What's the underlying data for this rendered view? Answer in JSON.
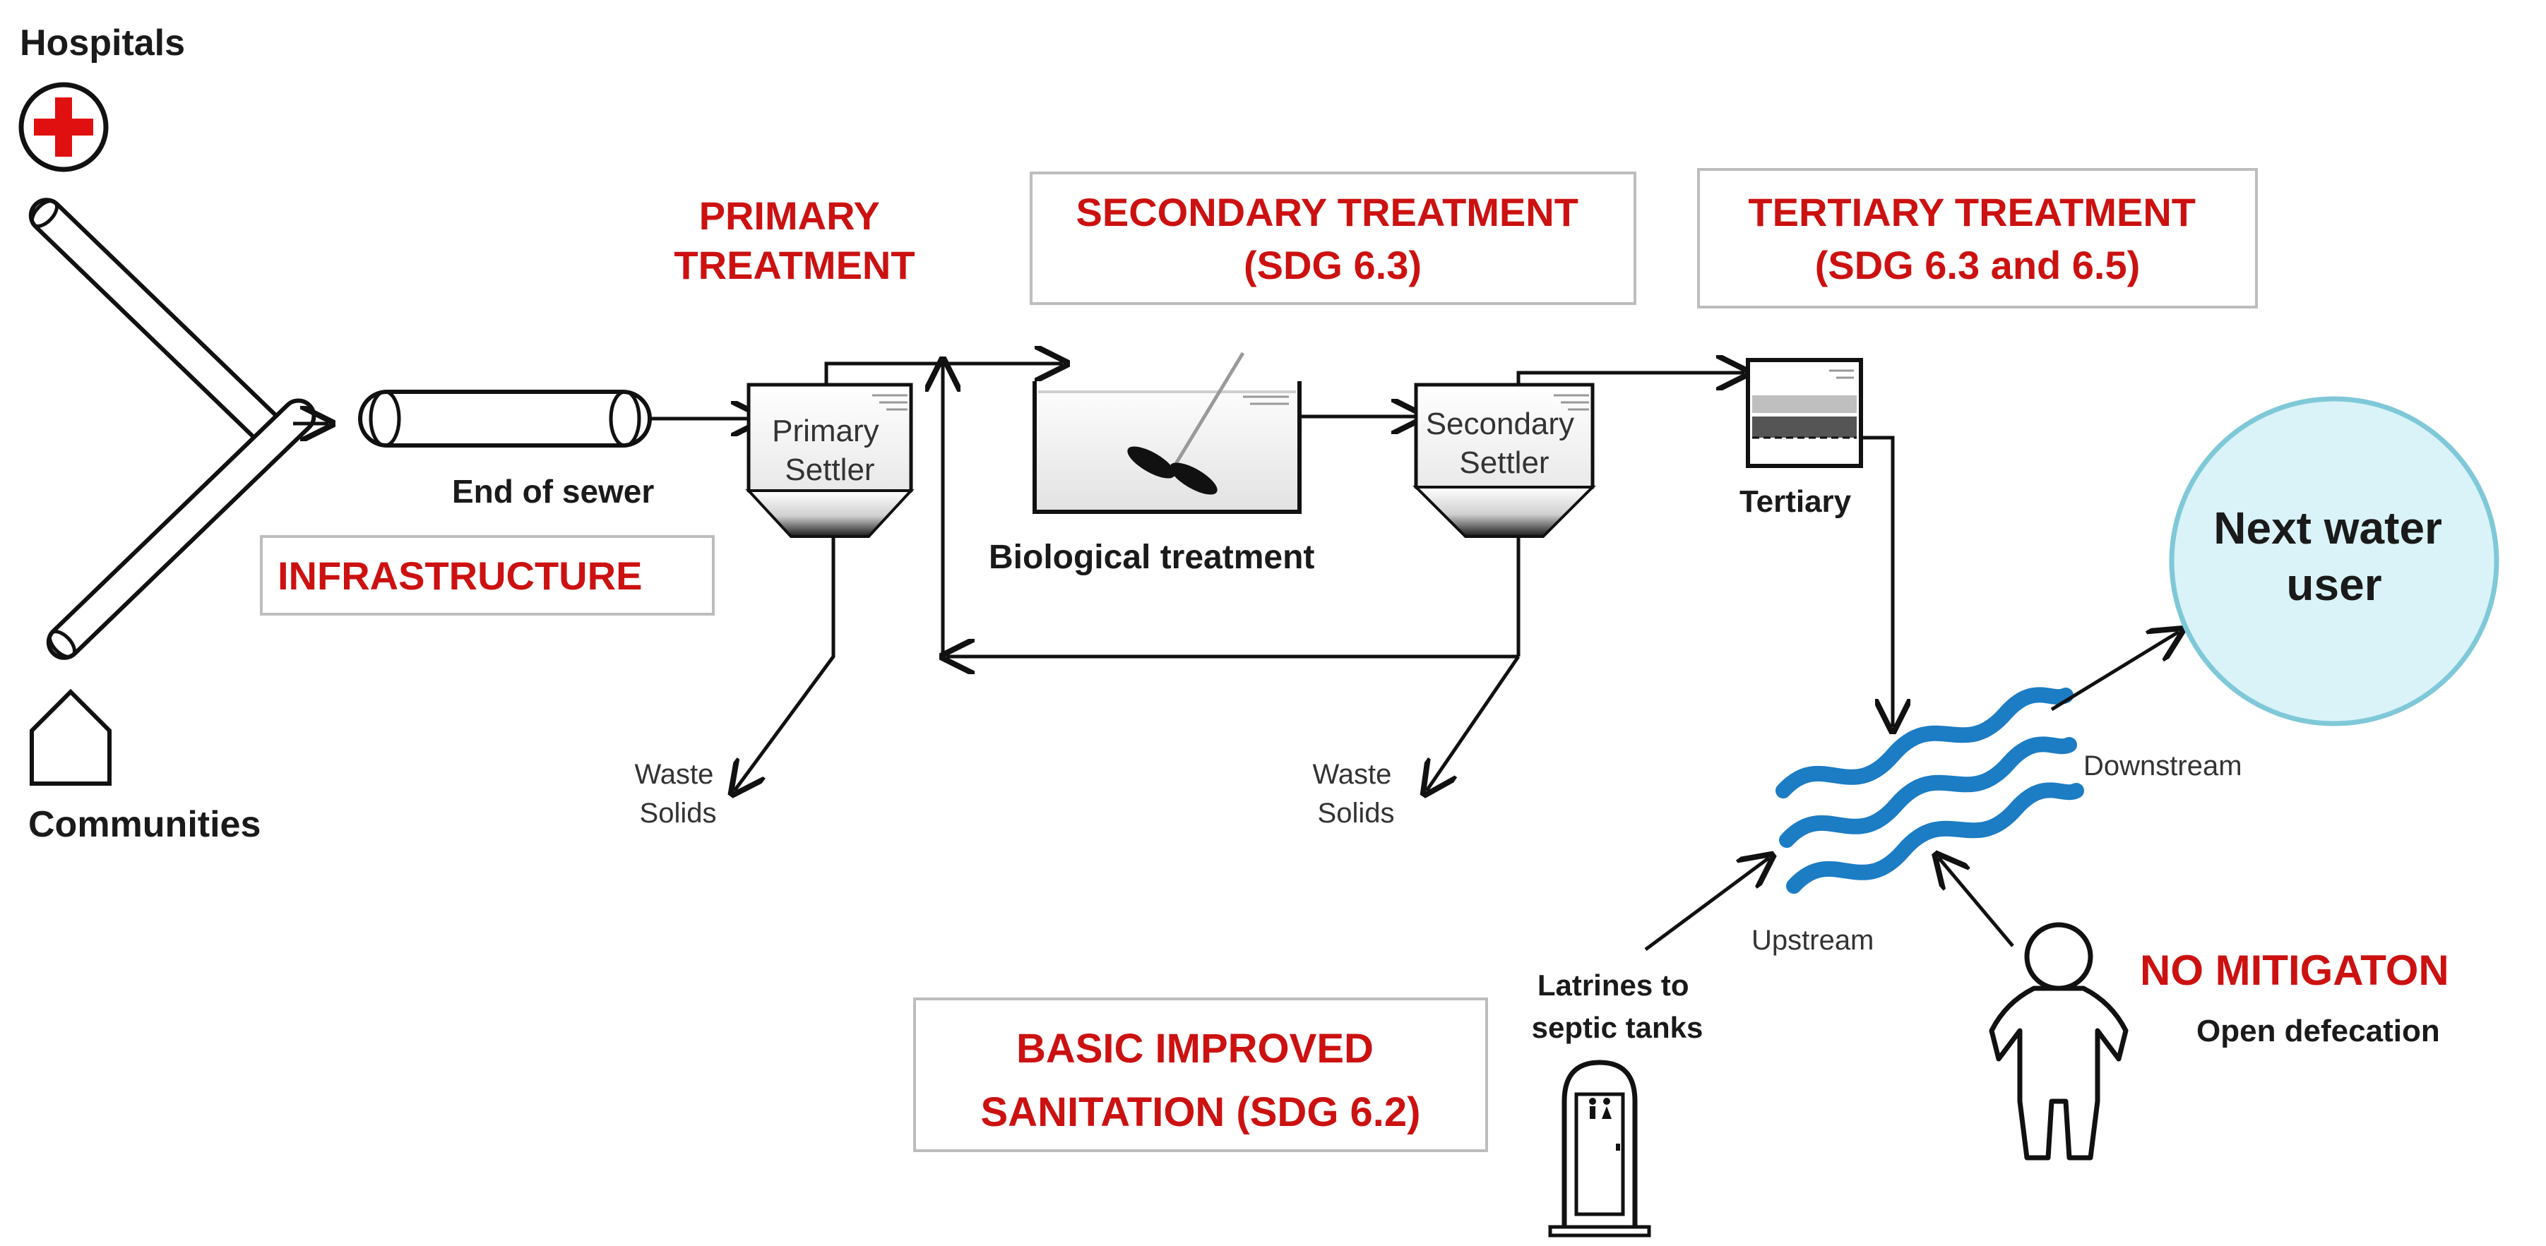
{
  "labels": {
    "hospitals": "Hospitals",
    "communities": "Communities",
    "end_of_sewer": "End of sewer",
    "primary_settler": [
      "Primary",
      "Settler"
    ],
    "biological_treatment": "Biological treatment",
    "secondary_settler": [
      "Secondary",
      "Settler"
    ],
    "tertiary": "Tertiary",
    "waste_solids_1": [
      "Waste",
      "Solids"
    ],
    "waste_solids_2": [
      "Waste",
      "Solids"
    ],
    "next_water_user": [
      "Next water",
      "user"
    ],
    "downstream": "Downstream",
    "upstream": "Upstream",
    "latrines": [
      "Latrines to",
      "septic tanks"
    ],
    "open_defecation": "Open defecation"
  },
  "red_labels": {
    "primary_treatment": [
      "PRIMARY",
      "TREATMENT"
    ],
    "infrastructure": "INFRASTRUCTURE",
    "secondary_treatment": [
      "SECONDARY TREATMENT",
      "(SDG 6.3)"
    ],
    "tertiary_treatment": [
      "TERTIARY TREATMENT",
      "(SDG 6.3 and 6.5)"
    ],
    "basic_sanitation": [
      "BASIC IMPROVED",
      "SANITATION (SDG 6.2)"
    ],
    "no_mitigation": "NO MITIGATON"
  },
  "colors": {
    "red_text": "#cc1111",
    "hospital_cross": "#e01010",
    "water_user_fill": "#d9f3f8",
    "water_user_stroke": "#7fc8d8",
    "river": "#1c7cc4"
  }
}
